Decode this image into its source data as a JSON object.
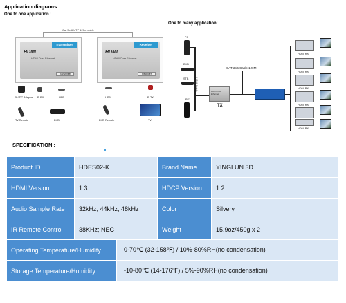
{
  "diagram": {
    "title": "Application diagrams",
    "one_to_one": "One to one application :",
    "one_to_many": "One to many application:",
    "cable_label": "Cat 5e/6 UTP 120m cable",
    "transmitter": {
      "tag": "Transmitter",
      "logo": "HDMI",
      "desc": "HDMI Over Ethernet",
      "role": "Transmitter"
    },
    "receiver": {
      "tag": "Receiver",
      "logo": "HDMI",
      "desc": "HDMI Over Ethernet",
      "role": "Receiver"
    },
    "tx_icons": [
      "5V DC Adaptor",
      "IR-RX",
      "USB"
    ],
    "tx_bottom": [
      "TV Remote",
      "DVD"
    ],
    "rx_icons": [
      "USB",
      "IR-TX"
    ],
    "rx_bottom": [
      "DVD Remote",
      "TV"
    ],
    "sources": [
      "PC",
      "DVD",
      "STB",
      "PS3"
    ],
    "hdmi_cable": "HDMI Cable",
    "tx_label": "TX",
    "tx_device_text": "HDMI Over Ethernet",
    "cat_cable": "CAT5E/6 Cable 120M",
    "rx_units": [
      "HDMI RX",
      "HDMI RX",
      "HDMI RX",
      "HDMI RX",
      "HDMI RX",
      "HDMI RX"
    ]
  },
  "spec": {
    "title": "SPECIFICATION :",
    "rows4": [
      {
        "k1": "Product ID",
        "v1": "HDES02-K",
        "k2": "Brand Name",
        "v2": "YINGLUN 3D"
      },
      {
        "k1": "HDMI Version",
        "v1": "1.3",
        "k2": "HDCP Version",
        "v2": "1.2"
      },
      {
        "k1": "Audio Sample Rate",
        "v1": "32kHz, 44kHz, 48kHz",
        "k2": "Color",
        "v2": "Silvery"
      },
      {
        "k1": "IR Remote Control",
        "v1": "38KHz; NEC",
        "k2": "Weight",
        "v2": "15.9oz/450g x 2"
      }
    ],
    "rows2": [
      {
        "k": "Operating Temperature/Humidity",
        "v": "0-70℃ (32-158℉) / 10%-80%RH(no condensation)"
      },
      {
        "k": "Storage Temperature/Humidity",
        "v": "-10-80℃ (14-176℉) / 5%-90%RH(no condensation)"
      }
    ]
  },
  "colors": {
    "header_blue": "#4b8ed1",
    "value_blue": "#dae7f5",
    "tag_blue": "#2e9ad0"
  }
}
